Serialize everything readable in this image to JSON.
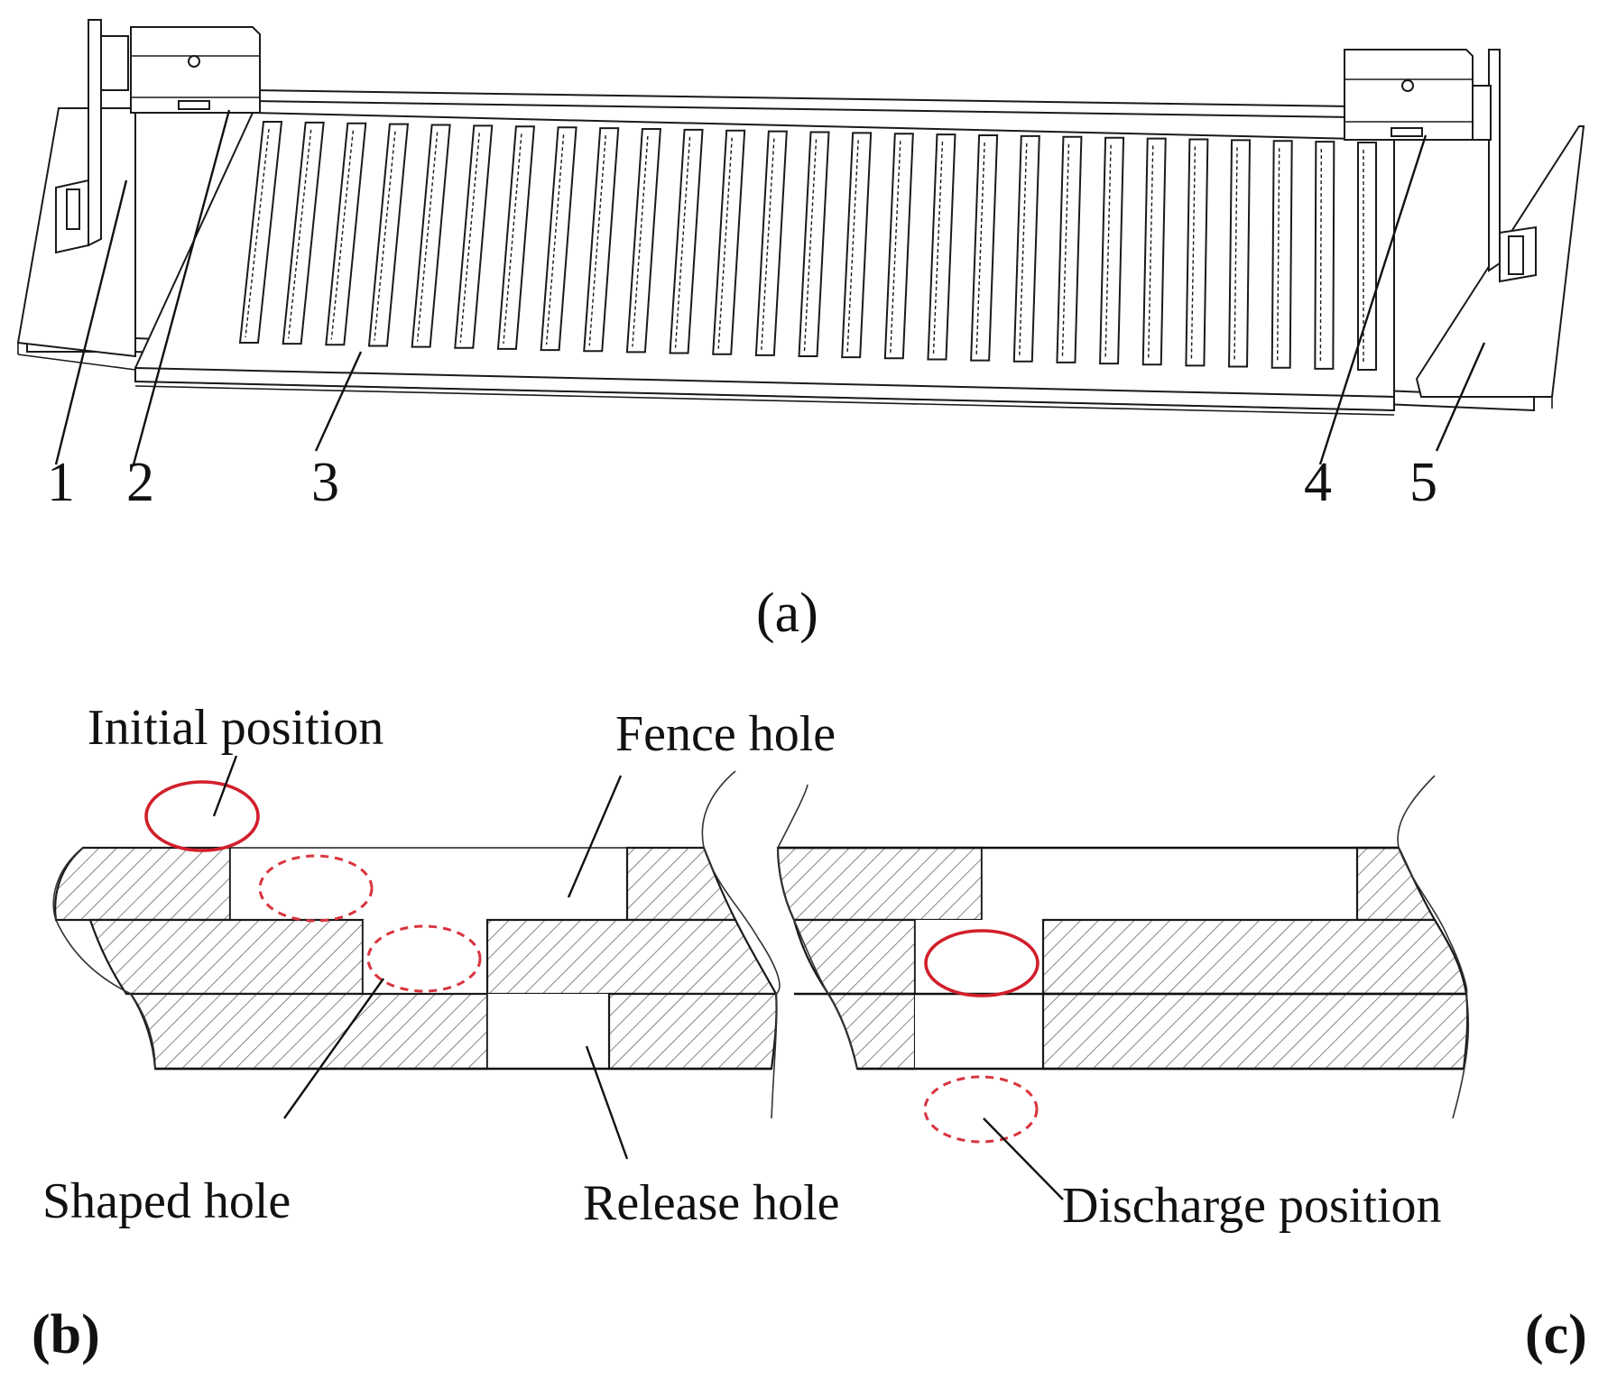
{
  "figure": {
    "panel_labels": {
      "a": "(a)",
      "b": "(b)",
      "c": "(c)"
    },
    "part_numbers": [
      "1",
      "2",
      "3",
      "4",
      "5"
    ],
    "callouts": {
      "initial_position": "Initial position",
      "fence_hole": "Fence hole",
      "shaped_hole": "Shaped hole",
      "release_hole": "Release hole",
      "discharge_position": "Discharge position"
    },
    "slot_count": 27,
    "colors": {
      "seed_marker": "#d11f2b",
      "line": "#1a1a1a",
      "hatch": "#555555"
    }
  }
}
